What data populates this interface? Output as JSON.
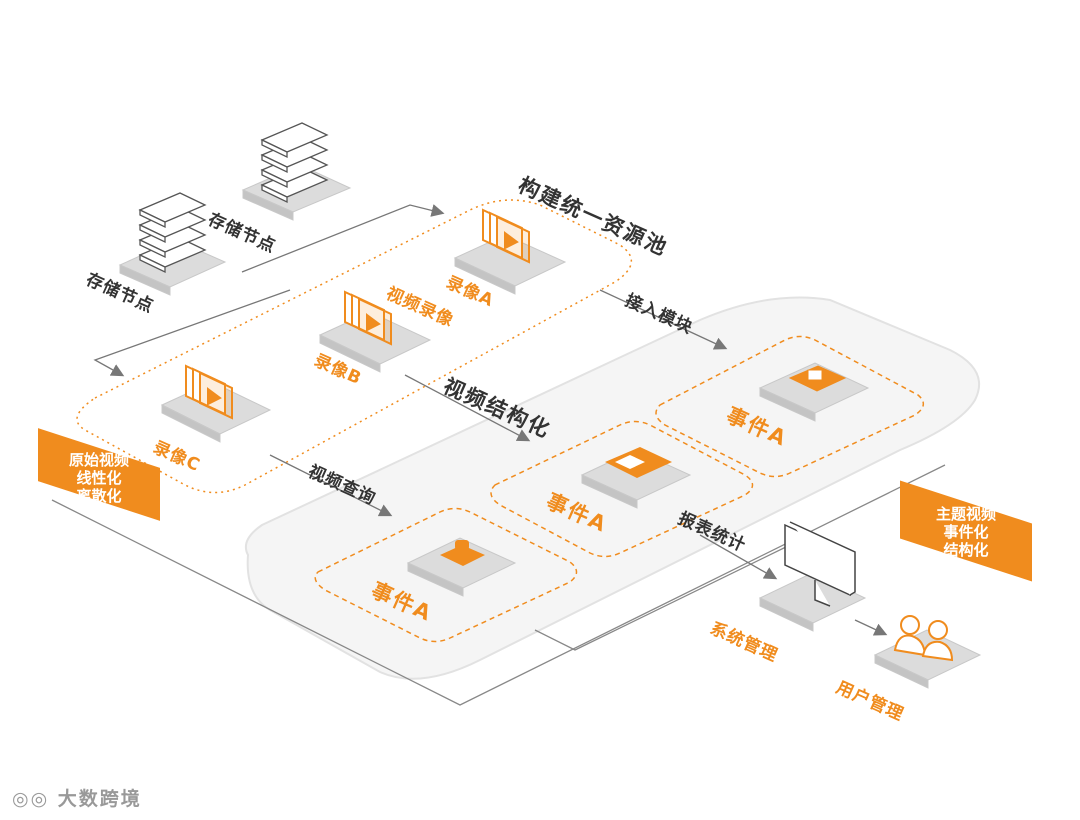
{
  "diagram": {
    "storage_node_left": "存储节点",
    "storage_node_right": "存储节点",
    "pool_title": "构建统一资源池",
    "video_recording": "视频录像",
    "recording_a": "录像A",
    "recording_b": "录像B",
    "recording_c": "录像C",
    "access_module": "接入模块",
    "video_structuring": "视频结构化",
    "video_query": "视频查询",
    "report_stats": "报表统计",
    "event_top": "事件A",
    "event_mid": "事件A",
    "event_bottom": "事件A",
    "system_mgmt": "系统管理",
    "user_mgmt": "用户管理",
    "left_box": [
      "原始视频",
      "线性化",
      "离散化"
    ],
    "right_box": [
      "主题视频",
      "事件化",
      "结构化"
    ],
    "watermark": "大数跨境"
  },
  "colors": {
    "accent": "#f08c1e",
    "line": "#888888",
    "panel": "#f5f5f5"
  }
}
